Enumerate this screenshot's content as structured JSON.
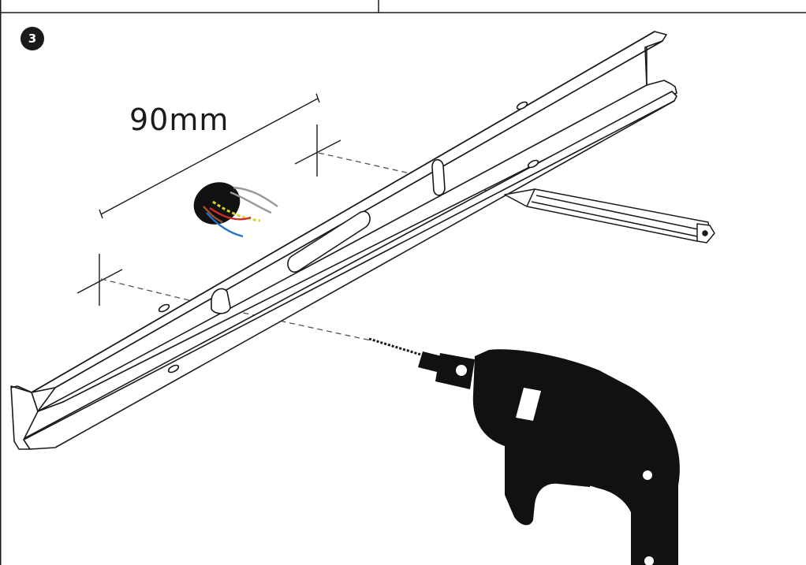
{
  "step": {
    "number": "3"
  },
  "dimension": {
    "label": "90mm"
  },
  "colors": {
    "ink": "#1a1a1a",
    "wire_brown": "#a0522d",
    "wire_blue": "#1f6fd1",
    "wire_red": "#d12a2a",
    "wire_earth": "#d6d62a",
    "wire_grey": "#999999"
  },
  "icons": [
    "mounting-rail",
    "wall-box",
    "pencil",
    "power-drill",
    "drill-mark-cross"
  ]
}
